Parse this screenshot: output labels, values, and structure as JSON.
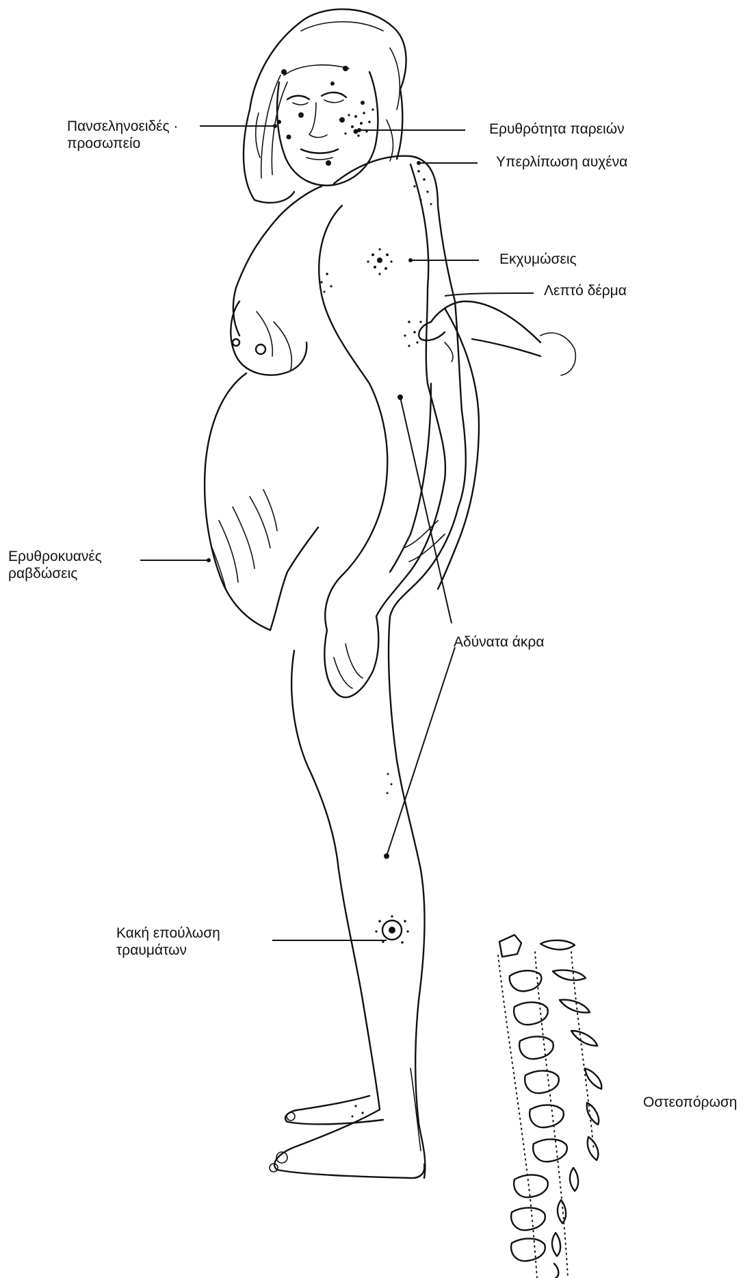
{
  "labels": {
    "moon_face": [
      "Πανσεληνοειδές ·",
      "προσωπείο"
    ],
    "cheek_redness": "Ερυθρότητα παρειών",
    "neck_fat": "Υπερλίπωση αυχένα",
    "bruises": "Εκχυμώσεις",
    "thin_skin": "Λεπτό δέρμα",
    "striae": [
      "Ερυθροκυανές",
      "ραβδώσεις"
    ],
    "weak_limbs": "Αδύνατα άκρα",
    "poor_healing": [
      "Κακή επούλωση",
      "τραυμάτων"
    ],
    "osteoporosis": "Οστεοπόρωση"
  }
}
